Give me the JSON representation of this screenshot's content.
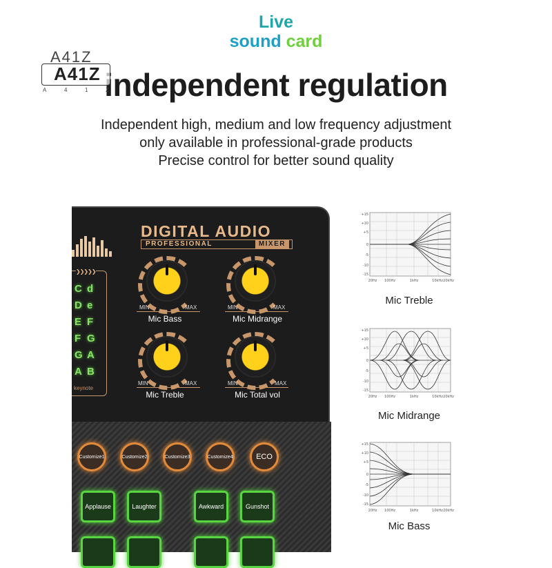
{
  "header": {
    "live_word": "Live",
    "title_line2_a": "sound ",
    "title_line2_b": "card",
    "headline": "independent regulation",
    "sub_lines": [
      "Independent high, medium and low frequency adjustment",
      "only available in professional-grade products",
      "Precise control for better sound quality"
    ]
  },
  "logo": {
    "top": "A41Z",
    "main": "A41Z",
    "small": [
      "A",
      "4",
      "1",
      "Z"
    ]
  },
  "device": {
    "brand_line1": "DIGITAL AUDIO",
    "brand_pro": "PROFESSIONAL",
    "brand_mixer": "MIXER",
    "keys_left": [
      "C",
      "D",
      "E",
      "F",
      "G",
      "A",
      "B"
    ],
    "keys_right": [
      "d",
      "e",
      "F",
      "G",
      "A",
      "B"
    ],
    "keynote": "keynote",
    "knobs": [
      {
        "label": "Mic Bass",
        "min": "MIN",
        "max": "MAX"
      },
      {
        "label": "Mic Midrange",
        "min": "MIN",
        "max": "MAX"
      },
      {
        "label": "Mic Treble",
        "min": "MIN",
        "max": "MAX"
      },
      {
        "label": "Mic Total vol",
        "min": "MIN",
        "max": "MAX"
      }
    ],
    "custom_buttons": [
      "Customize1",
      "Customize2",
      "Customize3",
      "Customize4",
      "ECO"
    ],
    "effect_buttons": [
      "Applause",
      "Laughter",
      "Awkward",
      "Gunshot"
    ]
  },
  "graphs": [
    {
      "caption": "Mic Treble",
      "y_ticks": [
        "+15",
        "+10",
        "+5",
        "0",
        "-5",
        "-10",
        "-15"
      ],
      "x_ticks": [
        "20Hz",
        "100Hz",
        "1kHz",
        "10kHz",
        "20kHz"
      ]
    },
    {
      "caption": "Mic Midrange",
      "y_ticks": [
        "+15",
        "+10",
        "+5",
        "0",
        "-5",
        "-10",
        "-15"
      ],
      "x_ticks": [
        "20Hz",
        "100Hz",
        "1kHz",
        "10kHz",
        "20kHz"
      ]
    },
    {
      "caption": "Mic Bass",
      "y_ticks": [
        "+15",
        "+10",
        "+5",
        "0",
        "-5",
        "-10",
        "-15"
      ],
      "x_ticks": [
        "20Hz",
        "100Hz",
        "1kHz",
        "10kHz",
        "20kHz"
      ]
    }
  ],
  "colors": {
    "teal": "#1ea6a8",
    "green": "#6fcf3d",
    "knob_yellow": "#ffd11a",
    "accent_copper": "#c7966a",
    "button_orange": "#e28a3a",
    "button_green": "#58d540"
  }
}
